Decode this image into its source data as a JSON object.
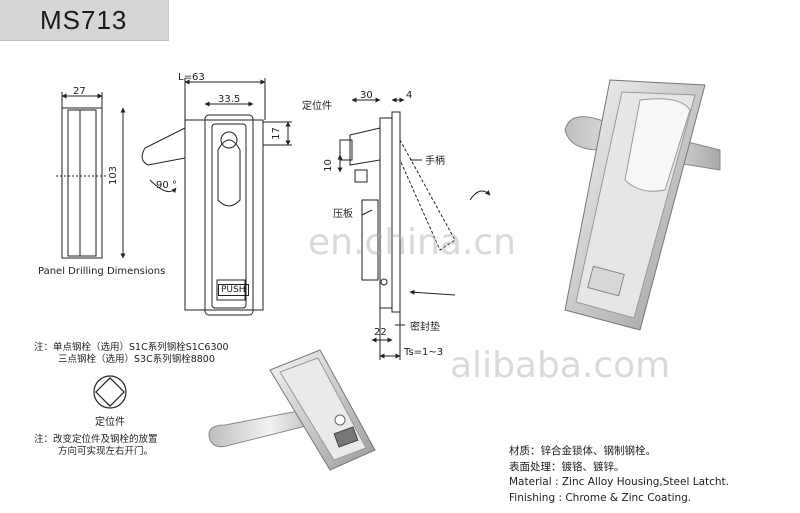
{
  "header": {
    "model": "MS713"
  },
  "dimensions": {
    "d27": "27",
    "L63": "L=63",
    "d33_5": "33.5",
    "d17": "17",
    "d103": "103",
    "angle90": "90 °",
    "d30": "30",
    "d4": "4",
    "d10": "10",
    "d22": "22",
    "ts": "Ts=1~3"
  },
  "labels": {
    "panel_drilling": "Panel Drilling Dimensions",
    "push": "PUSH",
    "locating_part": "定位件",
    "handle": "手柄",
    "pressure_plate": "压板",
    "seal_pad": "密封垫",
    "locating_part_small": "定位件"
  },
  "notes": {
    "note1_line1": "注：单点钢栓（选用）S1C系列钢栓S1C6300",
    "note1_line2": "三点钢栓（选用）S3C系列钢栓8800",
    "note2_line1": "注：改变定位件及钢栓的放置",
    "note2_line2": "方向可实现左右开门。"
  },
  "spec": {
    "material_cn": "材质：锌合金锁体、钢制钢栓。",
    "finish_cn": "表面处理：镀铬、镀锌。",
    "material_en": "Material : Zinc Alloy Housing,Steel Latcht.",
    "finish_en": "Finishing : Chrome & Zinc Coating."
  },
  "watermarks": {
    "w1": "en.china.cn",
    "w2": "alibaba.com"
  }
}
